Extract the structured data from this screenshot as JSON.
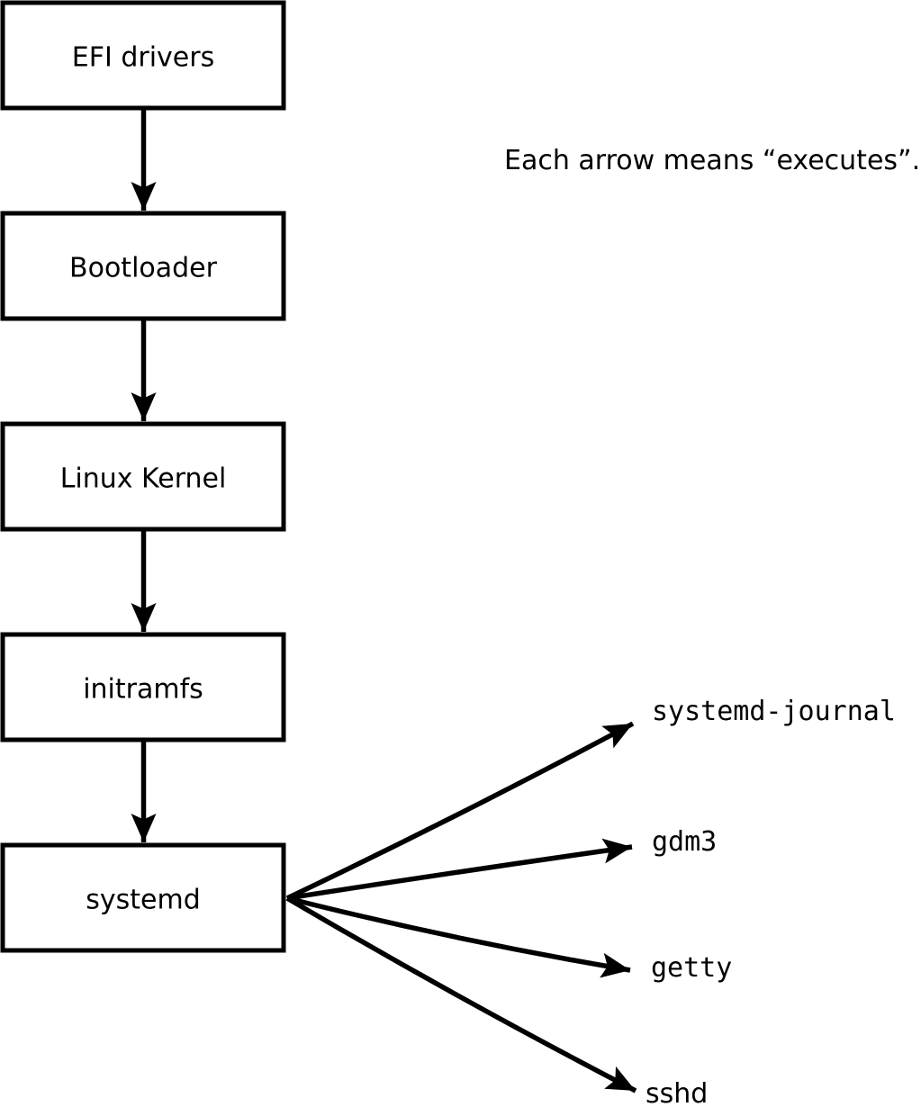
{
  "diagram": {
    "caption": "Each arrow means “executes”.",
    "chain": [
      {
        "id": "efi-drivers",
        "label": "EFI drivers"
      },
      {
        "id": "bootloader",
        "label": "Bootloader"
      },
      {
        "id": "linux-kernel",
        "label": "Linux Kernel"
      },
      {
        "id": "initramfs",
        "label": "initramfs"
      },
      {
        "id": "systemd",
        "label": "systemd"
      }
    ],
    "fanout": [
      {
        "id": "systemd-journal",
        "label": "systemd-journal"
      },
      {
        "id": "gdm3",
        "label": "gdm3"
      },
      {
        "id": "getty",
        "label": "getty"
      },
      {
        "id": "sshd",
        "label": "sshd"
      }
    ],
    "colors": {
      "stroke": "#000000",
      "box_fill": "#ffffff",
      "background": "#ffffff",
      "text": "#000000"
    }
  }
}
